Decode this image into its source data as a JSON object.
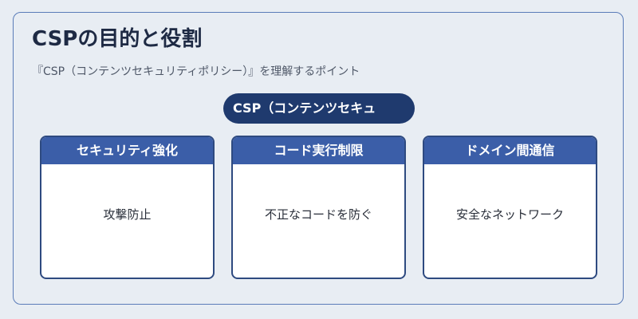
{
  "title": "CSPの目的と役割",
  "subtitle": "『CSP（コンテンツセキュリティポリシー）』を理解するポイント",
  "center_label": "CSP（コンテンツセキュ",
  "cards": [
    {
      "header": "セキュリティ強化",
      "body": "攻撃防止"
    },
    {
      "header": "コード実行制限",
      "body": "不正なコードを防ぐ"
    },
    {
      "header": "ドメイン間通信",
      "body": "安全なネットワーク"
    }
  ]
}
